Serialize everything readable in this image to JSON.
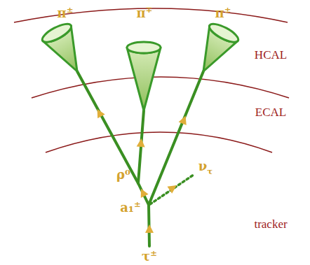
{
  "diagram": {
    "labels": [
      "π±",
      "π∓",
      "π±",
      "HCAL",
      "ECAL",
      "tracker",
      "ρ⁰",
      "a₁±",
      "ντ",
      "τ±"
    ]
  }
}
